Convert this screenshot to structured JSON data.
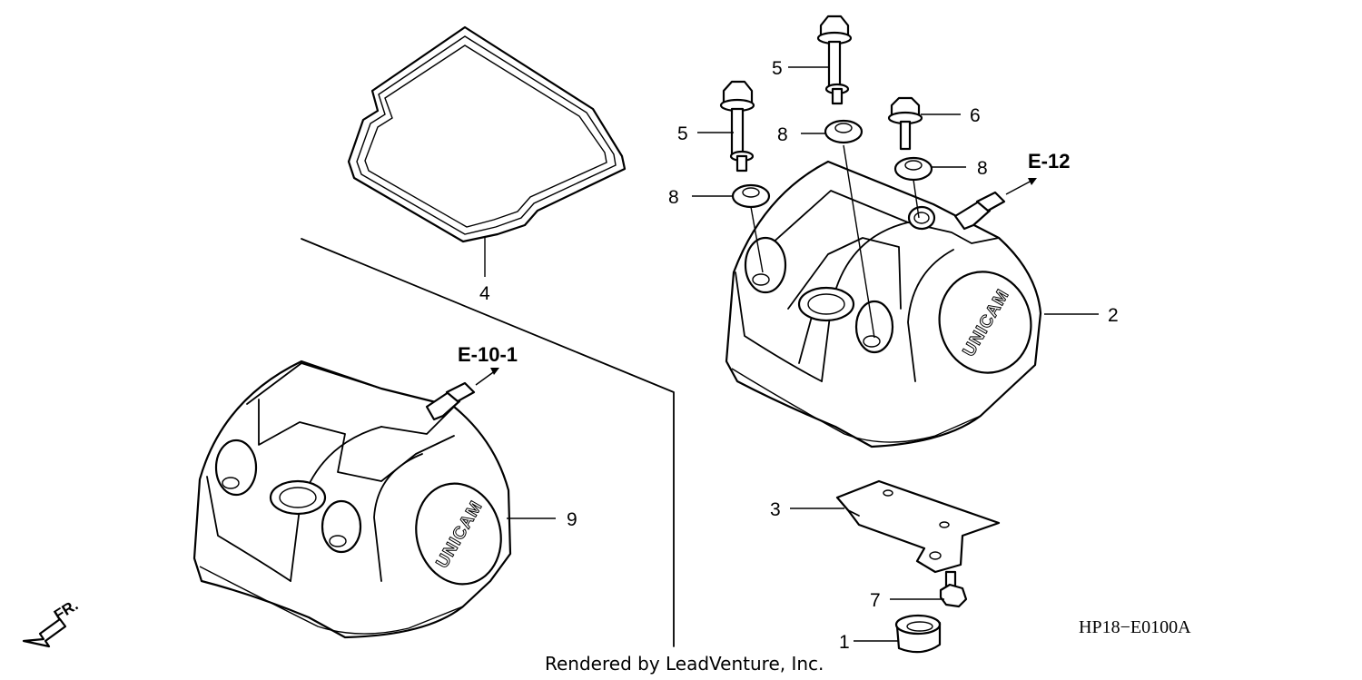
{
  "diagram": {
    "callouts": {
      "part_1": "1",
      "part_2": "2",
      "part_3": "3",
      "part_4": "4",
      "part_5a": "5",
      "part_5b": "5",
      "part_6": "6",
      "part_7": "7",
      "part_8a": "8",
      "part_8b": "8",
      "part_8c": "8",
      "part_9": "9"
    },
    "references": {
      "e12": "E-12",
      "e101": "E-10-1"
    },
    "cover_brand": "UNICAM",
    "direction": "FR.",
    "diagram_code": "HP18−E0100A",
    "credit": "Rendered by LeadVenture, Inc."
  }
}
